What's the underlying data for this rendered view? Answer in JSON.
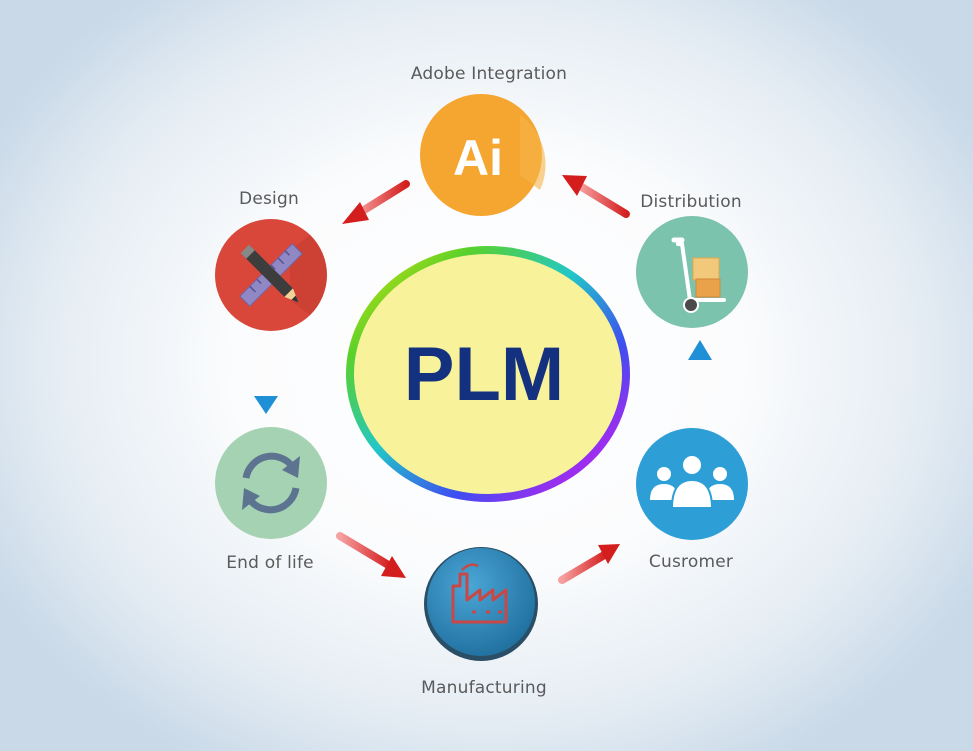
{
  "center": {
    "text": "PLM"
  },
  "nodes": [
    {
      "id": "adobe",
      "label": "Adobe Integration",
      "icon": "adobe-illustrator-icon",
      "icon_text": "Ai",
      "color": "#f4a631"
    },
    {
      "id": "distribution",
      "label": "Distribution",
      "icon": "hand-truck-icon",
      "color": "#7cc3ad"
    },
    {
      "id": "customer",
      "label": "Cusromer",
      "icon": "people-group-icon",
      "color": "#2e9fd6"
    },
    {
      "id": "manufacturing",
      "label": "Manufacturing",
      "icon": "factory-icon",
      "color": "#2f87b8"
    },
    {
      "id": "end-of-life",
      "label": "End of life",
      "icon": "recycle-arrows-icon",
      "color": "#a5d2b2"
    },
    {
      "id": "design",
      "label": "Design",
      "icon": "pencil-ruler-icon",
      "color": "#d9473b"
    }
  ],
  "colors": {
    "center_fill": "#f8f29a",
    "center_text": "#13317f",
    "arrow_red": "#e02b2b",
    "arrow_blue": "#2f9fe0"
  }
}
